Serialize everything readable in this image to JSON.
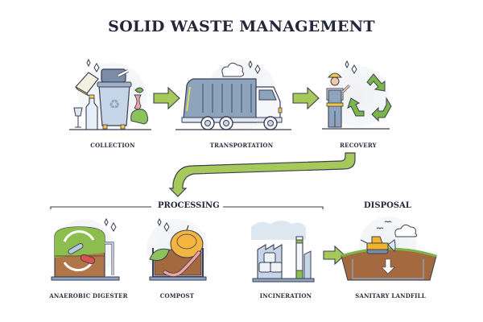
{
  "title": "SOLID WASTE MANAGEMENT",
  "colors": {
    "arrow_green": "#a6c95a",
    "outline": "#3b3f52",
    "steel_blue": "#8ea3bd",
    "recycle_green": "#7ab648",
    "soil_brown": "#a5693f",
    "machine_yellow": "#f0b429"
  },
  "top_row": [
    {
      "label": "COLLECTION",
      "icon": "waste-bin-icon"
    },
    {
      "label": "TRANSPORTATION",
      "icon": "garbage-truck-icon"
    },
    {
      "label": "RECOVERY",
      "icon": "worker-recycling-icon"
    }
  ],
  "sections": {
    "processing": "PROCESSING",
    "disposal": "DISPOSAL"
  },
  "bottom_row": [
    {
      "label": "ANAEROBIC DIGESTER",
      "icon": "digester-icon"
    },
    {
      "label": "COMPOST",
      "icon": "compost-icon"
    },
    {
      "label": "INCINERATION",
      "icon": "incinerator-icon"
    },
    {
      "label": "SANITARY LANDFILL",
      "icon": "landfill-icon"
    }
  ]
}
